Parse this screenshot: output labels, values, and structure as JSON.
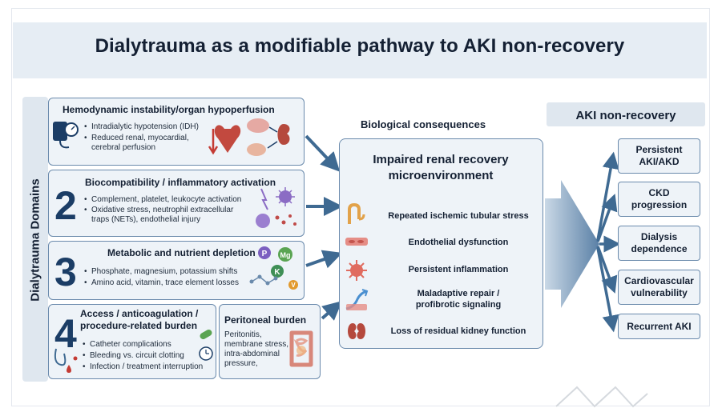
{
  "title": "Dialytrauma as a modifiable pathway to AKI non-recovery",
  "domains_label": "Dialytrauma Domains",
  "domains": {
    "d1": {
      "title": "Hemodynamic instability/organ hypoperfusion",
      "bullets": [
        "Intradialytic hypotension (IDH)",
        "Reduced renal, myocardial,",
        "cerebral perfusion"
      ]
    },
    "d2": {
      "number": "2",
      "title": "Biocompatibility / inflammatory activation",
      "bullets": [
        "Complement, platelet, leukocyte activation",
        "Oxidative stress, neutrophil extracellular",
        "traps (NETs), endothelial injury"
      ]
    },
    "d3": {
      "number": "3",
      "title": "Metabolic and nutrient depletion",
      "bullets": [
        "Phosphate, magnesium, potassium shifts",
        "Amino acid, vitamin, trace element losses"
      ],
      "molecules": [
        "P",
        "Mg",
        "K",
        "V"
      ]
    },
    "d4": {
      "number": "4",
      "title_line1": "Access / anticoagulation /",
      "title_line2": "procedure-related burden",
      "bullets": [
        "Catheter complications",
        "Bleeding vs. circuit clotting",
        "Infection / treatment interruption"
      ]
    },
    "peritoneal": {
      "title": "Peritoneal burden",
      "lines": [
        "Peritonitis,",
        "membrane stress,",
        "intra-abdominal",
        "pressure,"
      ]
    }
  },
  "biological_heading": "Biological consequences",
  "center": {
    "title_line1": "Impaired renal recovery",
    "title_line2": "microenvironment",
    "items": [
      {
        "label": "Repeated ischemic tubular stress"
      },
      {
        "label": "Endothelial dysfunction"
      },
      {
        "label": "Persistent inflammation"
      },
      {
        "label_line1": "Maladaptive repair /",
        "label_line2": "profibrotic signaling"
      },
      {
        "label": "Loss of residual kidney function"
      }
    ]
  },
  "aki_heading": "AKI non-recovery",
  "outcomes": [
    {
      "line1": "Persistent",
      "line2": "AKI/AKD"
    },
    {
      "line1": "CKD",
      "line2": "progression"
    },
    {
      "line1": "Dialysis",
      "line2": "dependence"
    },
    {
      "line1": "Cardiovascular",
      "line2": "vulnerability"
    },
    {
      "line1": "Recurrent AKI",
      "line2": ""
    }
  ],
  "colors": {
    "navy": "#1b3d66",
    "panel_fill": "#eef3f8",
    "panel_border": "#6a8aac",
    "arrow": "#3f6a92",
    "band": "#e6edf4"
  }
}
